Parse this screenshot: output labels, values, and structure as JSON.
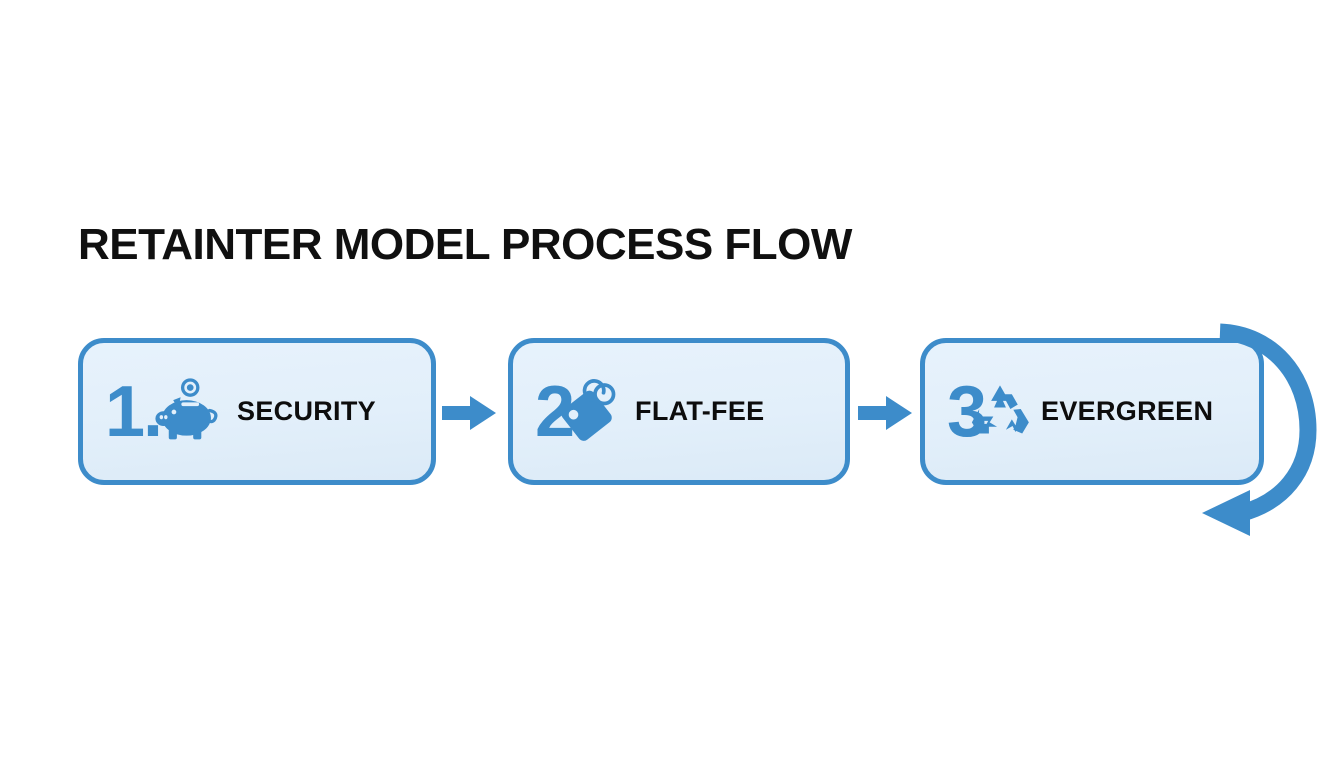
{
  "page": {
    "title": "RETAINTER MODEL PROCESS FLOW",
    "background_color": "#ffffff",
    "accent_color": "#3d8cca",
    "box_fill_color": "#e3f0fb",
    "label_color": "#0d0d0d"
  },
  "diagram": {
    "type": "process-flow",
    "orientation": "horizontal",
    "loop_back": true,
    "steps": [
      {
        "number": "1.",
        "label": "SECURITY",
        "icon": "piggy-bank-icon"
      },
      {
        "number": "2",
        "label": "FLAT-FEE",
        "icon": "price-tag-icon"
      },
      {
        "number": "3",
        "label": "EVERGREEN",
        "icon": "recycle-icon"
      }
    ],
    "connectors": [
      {
        "icon": "arrow-right-icon",
        "from": "SECURITY",
        "to": "FLAT-FEE"
      },
      {
        "icon": "arrow-right-icon",
        "from": "FLAT-FEE",
        "to": "EVERGREEN"
      }
    ],
    "loop_connector": {
      "icon": "curved-loop-arrow-icon",
      "from": "EVERGREEN",
      "direction": "back"
    }
  }
}
